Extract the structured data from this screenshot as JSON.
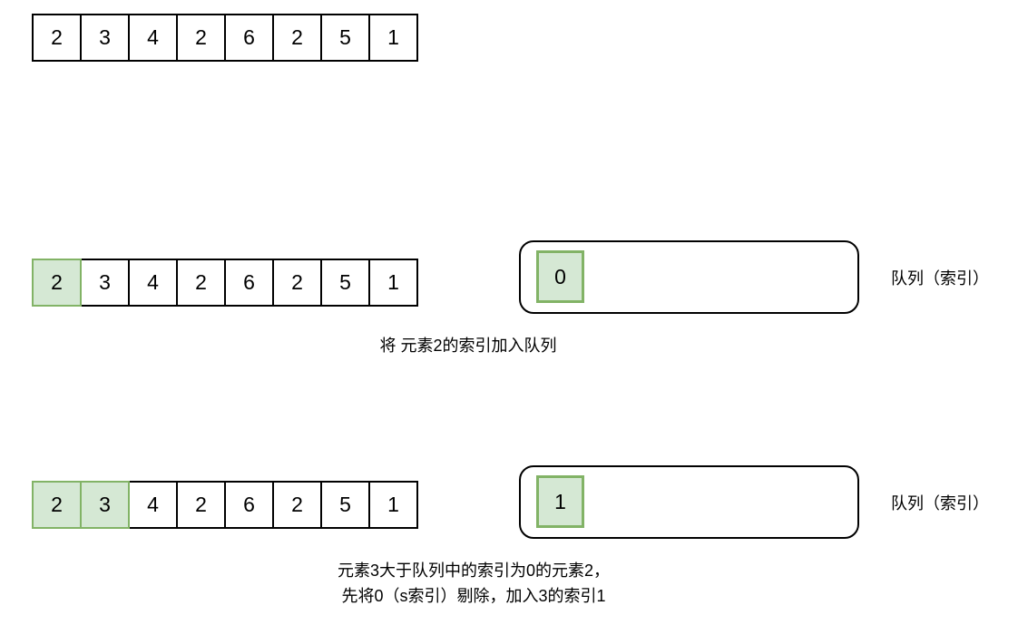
{
  "diagram": {
    "title": "Monotonic queue (sliding window maximum) illustration",
    "colors": {
      "highlight_fill": "#d5e8d4",
      "highlight_stroke": "#82b366",
      "stroke": "#000000",
      "background": "#ffffff"
    },
    "rows": [
      {
        "id": "row-initial",
        "array": {
          "values": [
            "2",
            "3",
            "4",
            "2",
            "6",
            "2",
            "5",
            "1"
          ],
          "highlighted": [
            false,
            false,
            false,
            false,
            false,
            false,
            false,
            false
          ]
        },
        "queue": null,
        "queue_label": null,
        "caption": null
      },
      {
        "id": "row-step-1",
        "array": {
          "values": [
            "2",
            "3",
            "4",
            "2",
            "6",
            "2",
            "5",
            "1"
          ],
          "highlighted": [
            true,
            false,
            false,
            false,
            false,
            false,
            false,
            false
          ]
        },
        "queue": {
          "items": [
            "0"
          ]
        },
        "queue_label": "队列（索引）",
        "caption": {
          "lines": [
            "将 元素2的索引加入队列"
          ]
        }
      },
      {
        "id": "row-step-2",
        "array": {
          "values": [
            "2",
            "3",
            "4",
            "2",
            "6",
            "2",
            "5",
            "1"
          ],
          "highlighted": [
            true,
            true,
            false,
            false,
            false,
            false,
            false,
            false
          ]
        },
        "queue": {
          "items": [
            "1"
          ]
        },
        "queue_label": "队列（索引）",
        "caption": {
          "lines": [
            "元素3大于队列中的索引为0的元素2，",
            "先将0（s索引）剔除，加入3的索引1"
          ]
        }
      }
    ]
  }
}
